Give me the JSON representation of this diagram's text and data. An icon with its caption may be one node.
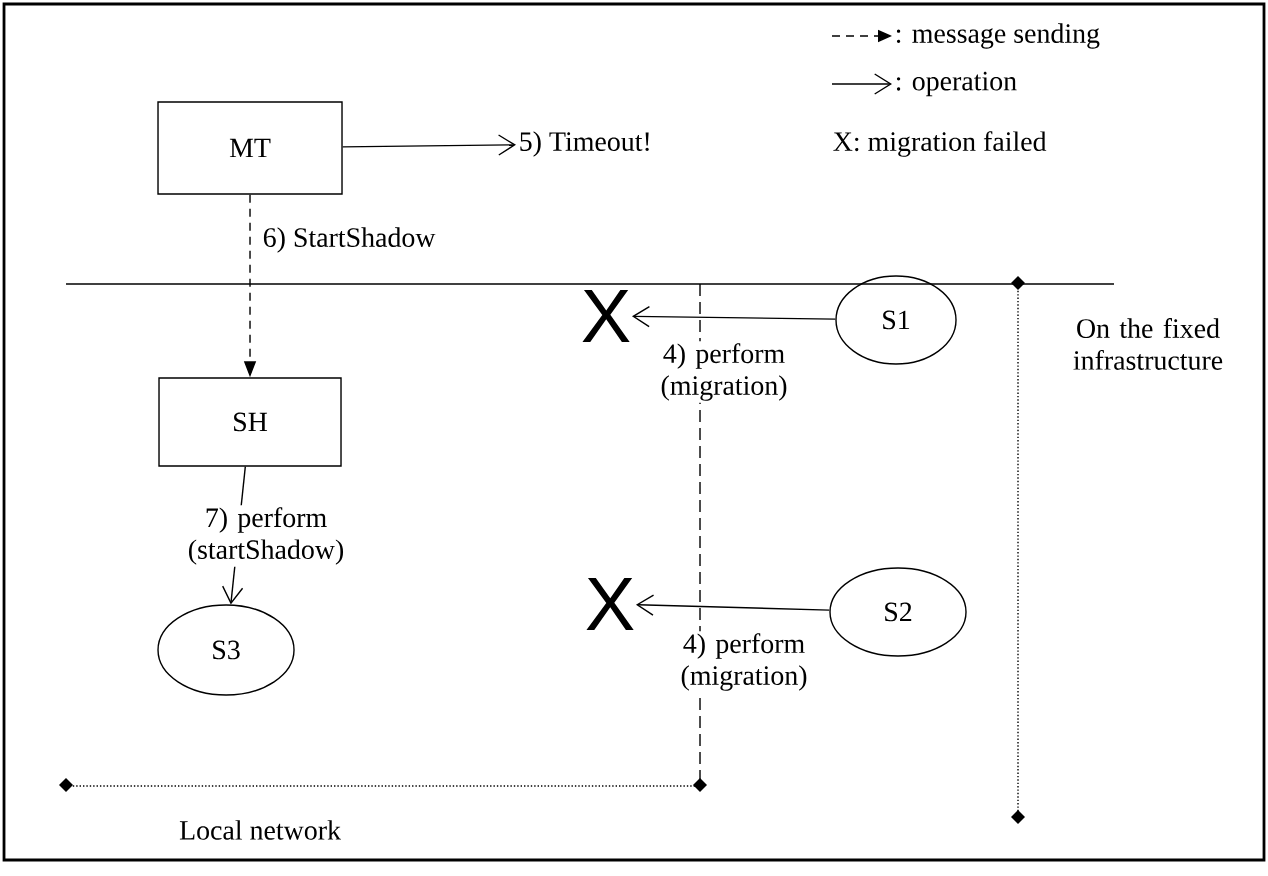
{
  "diagram": {
    "nodes": [
      {
        "text": [
          "MT"
        ]
      },
      {
        "text": [
          "SH"
        ]
      },
      {
        "text": [
          "S1"
        ]
      },
      {
        "text": [
          "S2"
        ]
      },
      {
        "text": [
          "S3"
        ]
      },
      {
        "text": [
          "5) Timeout!"
        ]
      },
      {
        "text": [
          "X"
        ]
      },
      {
        "text": [
          "X"
        ]
      }
    ],
    "edges": [
      {
        "from": 0,
        "to": 5,
        "arrow": "to"
      },
      {
        "from": 0,
        "to": 1,
        "arrow": "to",
        "style": "dashed",
        "label": "6) StartShadow"
      },
      {
        "from": 1,
        "to": 4,
        "arrow": "to",
        "label": "7) perform (startShadow)"
      },
      {
        "from": 2,
        "to": 6,
        "arrow": "to",
        "label": "4) perform (migration)"
      },
      {
        "from": 3,
        "to": 7,
        "arrow": "to",
        "label": "4) perform (migration)"
      }
    ],
    "labels": [
      "On the fixed infrastructure",
      "Local network"
    ],
    "legend": [
      {
        "text": ": message sending"
      },
      {
        "text": ": operation"
      },
      {
        "text": "X: migration failed"
      }
    ]
  }
}
